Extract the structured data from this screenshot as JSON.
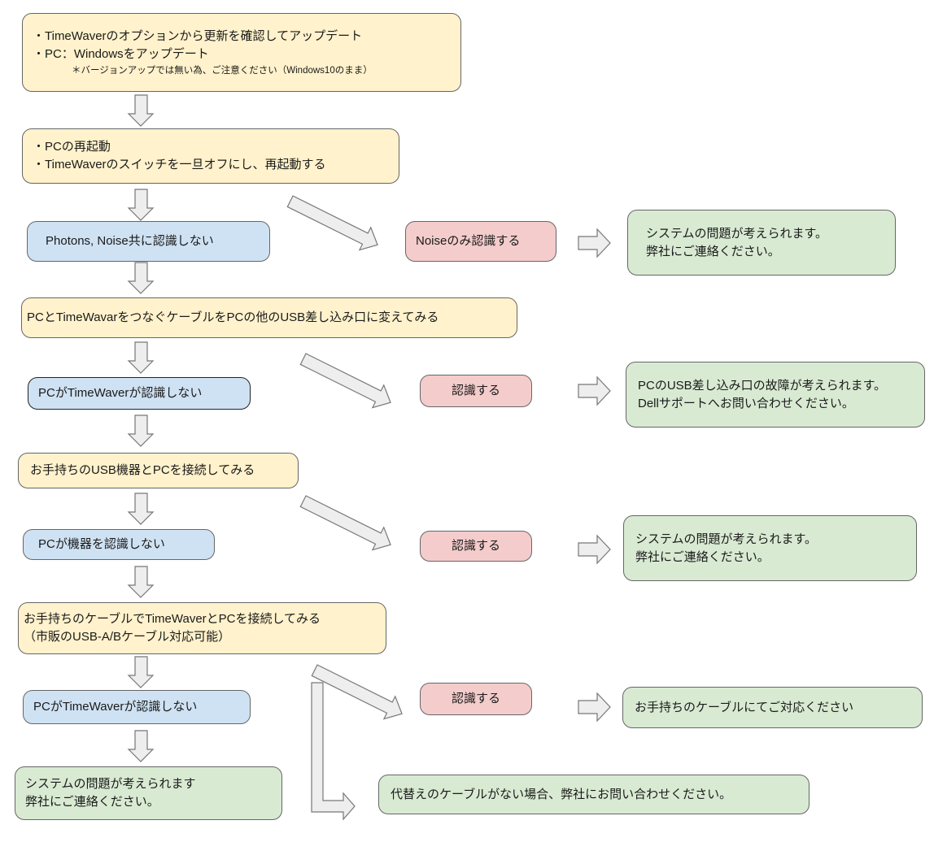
{
  "steps": {
    "s1": {
      "lines": [
        "・TimeWaverのオプションから更新を確認してアップデート",
        "・PC：Windowsをアップデート"
      ],
      "note": "＊バージョンアップでは無い為、ご注意ください（Windows10のまま）"
    },
    "s2": {
      "lines": [
        "・PCの再起動",
        "・TimeWaverのスイッチを一旦オフにし、再起動する"
      ]
    },
    "s3": {
      "text": "Photons, Noise共に認識しない"
    },
    "s3_branch": {
      "text": "Noiseのみ認識する"
    },
    "s3_result": {
      "lines": [
        "システムの問題が考えられます。",
        "弊社にご連絡ください。"
      ]
    },
    "s4": {
      "text": "PCとTimeWavarをつなぐケーブルをPCの他のUSB差し込み口に変えてみる"
    },
    "s5": {
      "text": "PCがTimeWaverが認識しない"
    },
    "s5_branch": {
      "text": "認識する"
    },
    "s5_result": {
      "lines": [
        "PCのUSB差し込み口の故障が考えられます。",
        "Dellサポートへお問い合わせください。"
      ]
    },
    "s6": {
      "text": "お手持ちのUSB機器とPCを接続してみる"
    },
    "s7": {
      "text": "PCが機器を認識しない"
    },
    "s7_branch": {
      "text": "認識する"
    },
    "s7_result": {
      "lines": [
        "システムの問題が考えられます。",
        "弊社にご連絡ください。"
      ]
    },
    "s8": {
      "lines": [
        "お手持ちのケーブルでTimeWaverとPCを接続してみる",
        "（市販のUSB-A/Bケーブル対応可能）"
      ]
    },
    "s9": {
      "text": "PCがTimeWaverが認識しない"
    },
    "s9_branch": {
      "text": "認識する"
    },
    "s9_result": {
      "text": "お手持ちのケーブルにてご対応ください"
    },
    "s10": {
      "lines": [
        "システムの問題が考えられます",
        "弊社にご連絡ください。"
      ]
    },
    "s11": {
      "text": "代替えのケーブルがない場合、弊社にお問い合わせください。"
    }
  },
  "colors": {
    "step": "#fff2cc",
    "not_recognized": "#cfe2f3",
    "recognized": "#f4cccc",
    "result": "#d9ead3",
    "arrow_fill": "#eeeeee",
    "outline": "#666666"
  }
}
